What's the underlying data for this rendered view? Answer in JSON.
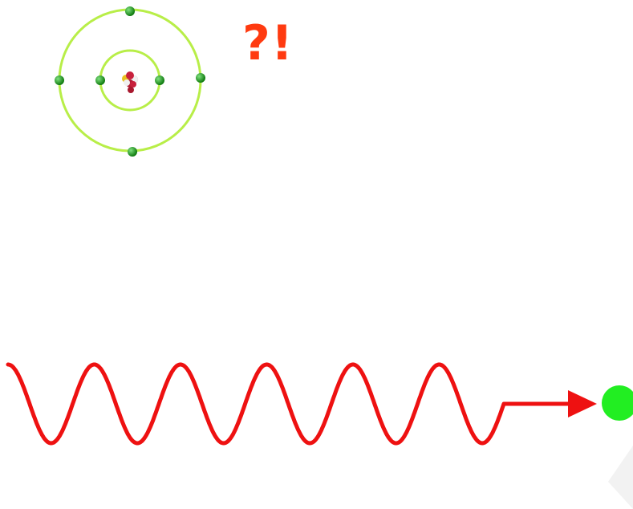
{
  "caption": {
    "text": "?!",
    "color": "#ff3a10"
  },
  "atom": {
    "orbit_color": "#a6e83a",
    "electron_color": "#1a9c1a",
    "nucleus_colors": [
      "#c8203c",
      "#f0f0f0",
      "#e8c020"
    ],
    "shells": [
      {
        "electrons": 2
      },
      {
        "electrons": 4
      }
    ]
  },
  "photon": {
    "wave_color": "#ee1111",
    "cycles": 6,
    "arrow_color": "#ee1111"
  },
  "particle": {
    "color": "#22ee22"
  }
}
